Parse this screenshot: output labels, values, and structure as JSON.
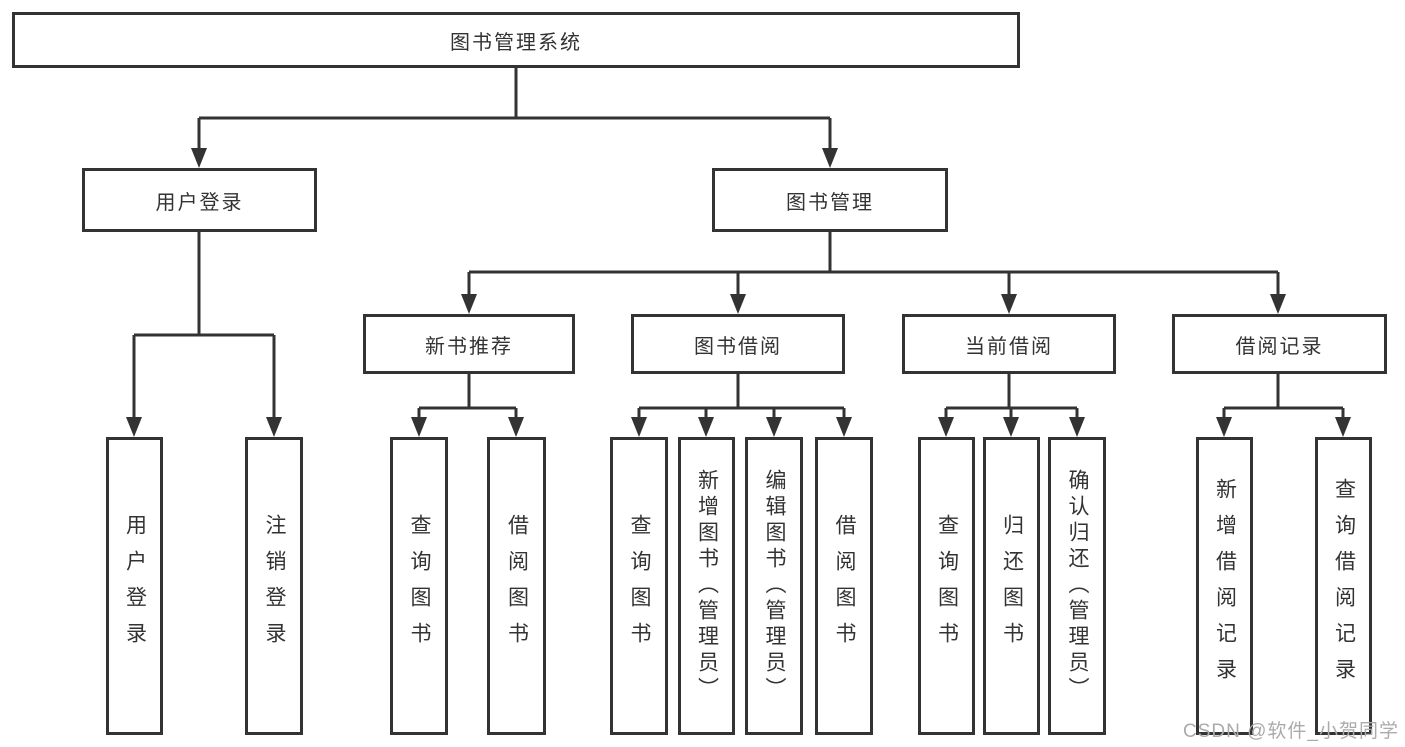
{
  "tree": {
    "root": "图书管理系统",
    "level2": [
      "用户登录",
      "图书管理"
    ],
    "level3": [
      "新书推荐",
      "图书借阅",
      "当前借阅",
      "借阅记录"
    ],
    "leaves": {
      "user_login": [
        "用户登录",
        "注销登录"
      ],
      "new_book_recommend": [
        "查询图书",
        "借阅图书"
      ],
      "book_borrow": [
        "查询图书",
        "新增图书（管理员）",
        "编辑图书（管理员）",
        "借阅图书"
      ],
      "current_borrow": [
        "查询图书",
        "归还图书",
        "确认归还（管理员）"
      ],
      "borrow_records": [
        "新增借阅记录",
        "查询借阅记录"
      ]
    }
  },
  "watermark": "CSDN @软件_小贺同学",
  "colors": {
    "line": "#333333",
    "box_border": "#333333",
    "text": "#333333",
    "watermark": "#ababab",
    "background": "#ffffff"
  }
}
